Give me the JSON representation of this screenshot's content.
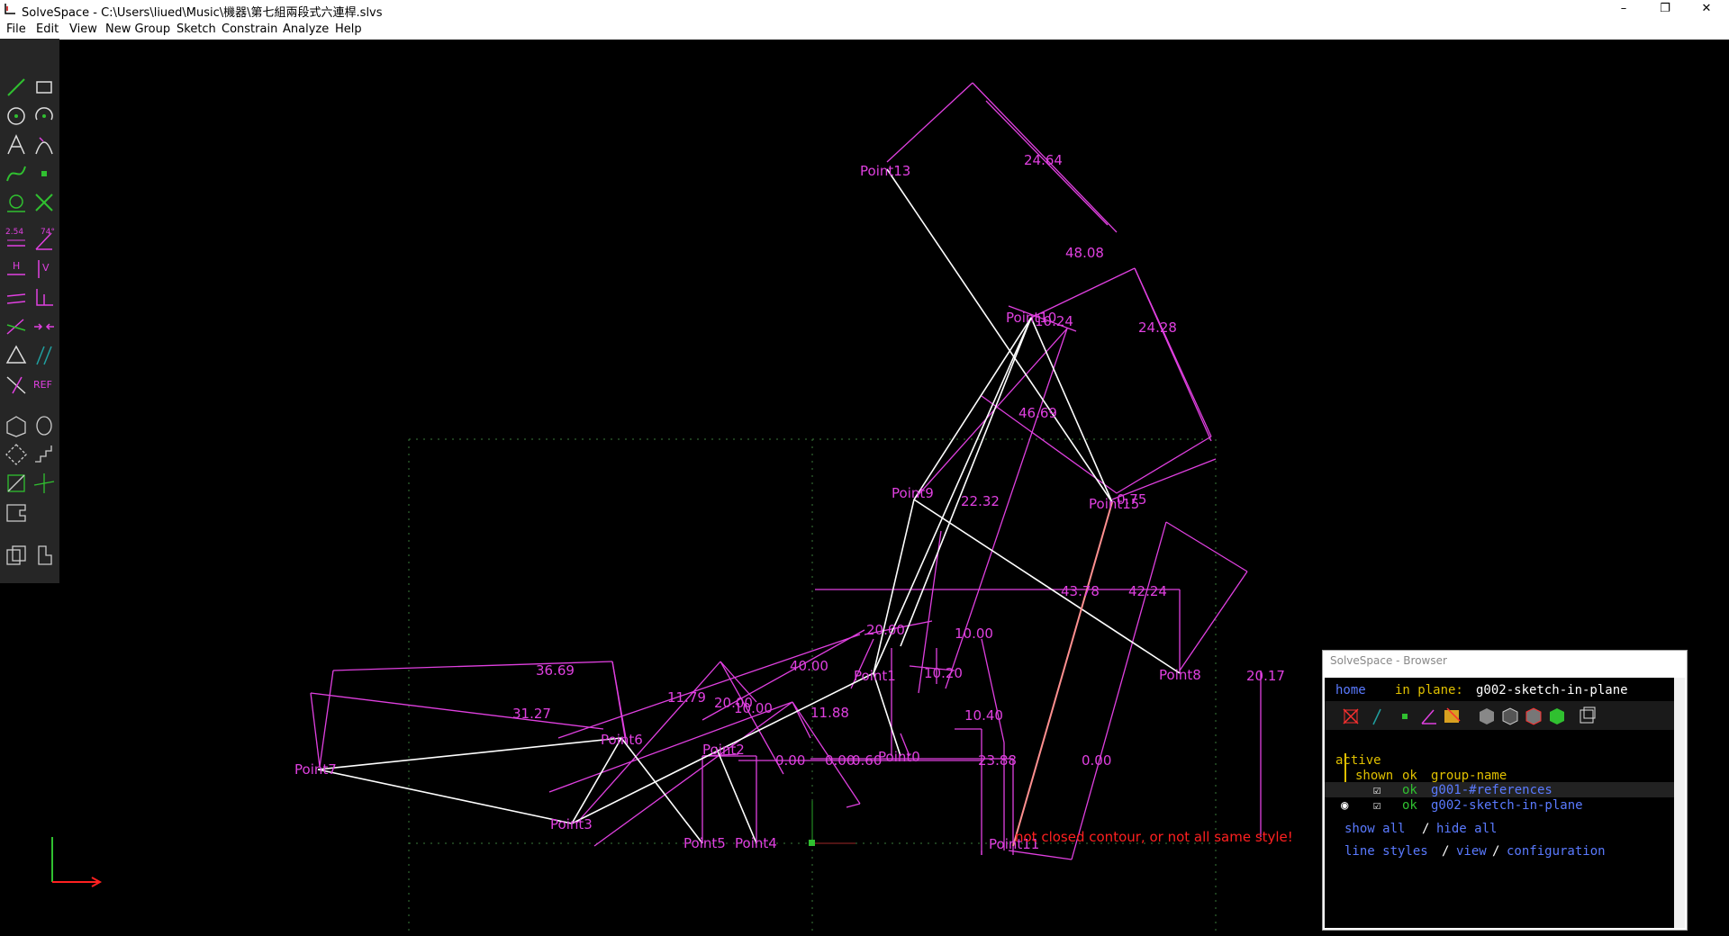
{
  "window": {
    "title": "SolveSpace - C:\\Users\\liued\\Music\\機器\\第七組兩段式六連桿.slvs",
    "minimize": "–",
    "restore": "❐",
    "close": "✕"
  },
  "menu": [
    "File",
    "Edit",
    "View",
    "New Group",
    "Sketch",
    "Constrain",
    "Analyze",
    "Help"
  ],
  "toolbar": {
    "dim_label": "2.54",
    "angle_label": "74°",
    "horiz_label": "H",
    "vert_label": "V",
    "ref_label": "REF"
  },
  "sketch": {
    "points": [
      "Point13",
      "Point10",
      "Point9",
      "Point15",
      "Point8",
      "Point1",
      "Point0",
      "Point2",
      "Point6",
      "Point7",
      "Point3",
      "Point5",
      "Point4",
      "Point11"
    ],
    "dimensions": [
      "24.64",
      "48.08",
      "24.28",
      "10.24",
      "46.69",
      "22.32",
      "0.75",
      "43.78",
      "42.24",
      "20.00",
      "10.00",
      "40.00",
      "10.20",
      "36.69",
      "31.27",
      "11.79",
      "20.00",
      "10.00",
      "11.88",
      "10.40",
      "0.00",
      "0.00",
      "0.60",
      "23.88",
      "0.00",
      "20.17"
    ],
    "error_message": "not closed contour, or not all same style!"
  },
  "browser": {
    "window_title": "SolveSpace - Browser",
    "home": "home",
    "in_plane_label": "in plane:",
    "in_plane_value": "g002-sketch-in-plane",
    "active": "active",
    "header_shown": "shown",
    "header_ok": "ok",
    "header_group": "group-name",
    "groups": [
      {
        "shown": "☑",
        "ok": "ok",
        "name": "g001-#references",
        "active": false
      },
      {
        "shown": "☑",
        "ok": "ok",
        "name": "g002-sketch-in-plane",
        "active": true
      }
    ],
    "show_all": "show all",
    "hide_all": "hide all",
    "line_styles": "line styles",
    "view": "view",
    "configuration": "configuration",
    "sep": "/"
  },
  "colors": {
    "constraint": "#e040e0",
    "entity": "#ffffff",
    "selected_line": "#ff9090",
    "toolbar_green": "#30c030",
    "error": "#ff2020"
  }
}
